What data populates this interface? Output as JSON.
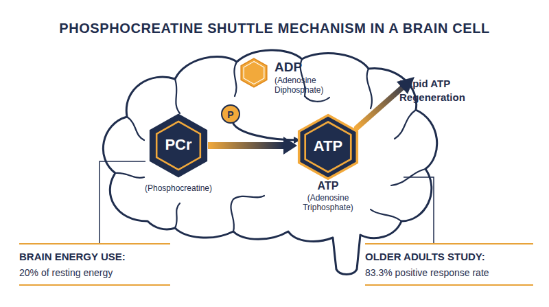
{
  "diagram": {
    "title": "PHOSPHOCREATINE SHUTTLE MECHANISM IN A BRAIN CELL",
    "nodes": [
      {
        "text": [
          "ADP",
          "(Adenosine Diphosphate)"
        ]
      },
      {
        "text": [
          "P"
        ]
      },
      {
        "text": [
          "PCr",
          "(Phosphocreatine)"
        ]
      },
      {
        "text": [
          "ATP",
          "ATP",
          "(Adenosine Triphosphate)"
        ]
      },
      {
        "text": [
          "BRAIN ENERGY USE:",
          "20% of resting energy"
        ]
      },
      {
        "text": [
          "OLDER ADULTS STUDY:",
          "83.3% positive response rate"
        ]
      }
    ],
    "edges": [
      {
        "from": 2,
        "to": 3,
        "arrow": "to"
      },
      {
        "from": 1,
        "to": 3,
        "arrow": "to"
      }
    ],
    "labels": [
      "Rapid ATP Regeneration"
    ]
  }
}
